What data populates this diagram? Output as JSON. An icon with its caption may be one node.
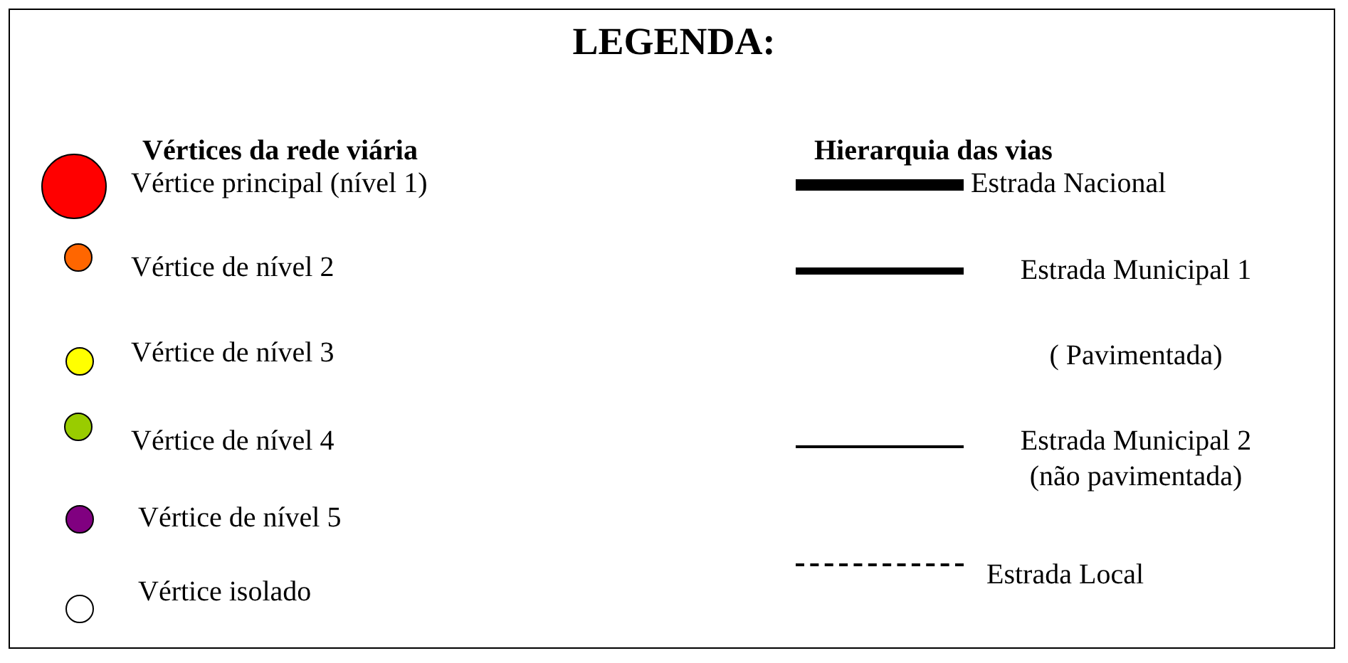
{
  "diagram": {
    "title": "LEGENDA:",
    "labels": [
      "Vértices da rede viária",
      "Hierarquia das vias"
    ],
    "legend": [
      {
        "text": "Vértice principal (nível 1)",
        "color": "#ff0000"
      },
      {
        "text": "Vértice de nível 2",
        "color": "#ff6600"
      },
      {
        "text": "Vértice de nível 3",
        "color": "#ffff00"
      },
      {
        "text": "Vértice de nível 4",
        "color": "#99cc00"
      },
      {
        "text": "Vértice de nível 5",
        "color": "#800080"
      },
      {
        "text": "Vértice isolado",
        "color": "#ffffff"
      },
      {
        "text": "Estrada Nacional"
      },
      {
        "text": "Estrada Municipal 1 ( Pavimentada)"
      },
      {
        "text": "Estrada Municipal 2 (não pavimentada)"
      },
      {
        "text": "Estrada Local"
      }
    ]
  }
}
